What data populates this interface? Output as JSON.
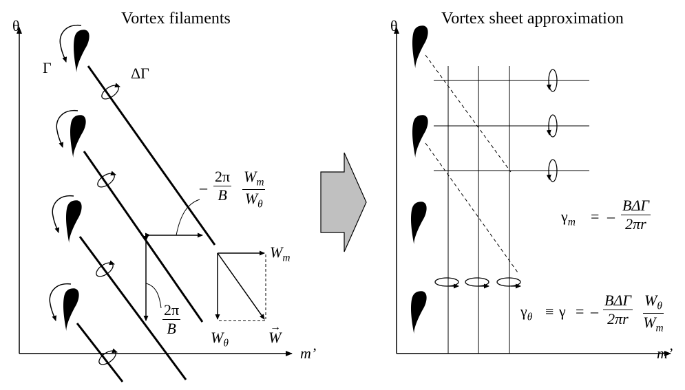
{
  "left_panel": {
    "title": "Vortex filaments",
    "axis_y_label": "θ",
    "axis_x_label": "m’",
    "gamma_label": "Γ",
    "delta_gamma_label": "ΔΓ",
    "spacing_expr": {
      "sign": "–",
      "num": "2π",
      "den": "B",
      "w_num": "W",
      "w_num_sub": "m",
      "w_den": "W",
      "w_den_sub": "θ"
    },
    "pitch_expr": {
      "num": "2π",
      "den": "B"
    },
    "vector_labels": {
      "wm": "W",
      "wm_sub": "m",
      "wtheta": "W",
      "wtheta_sub": "θ",
      "w": "W",
      "w_arrow": "→"
    }
  },
  "right_panel": {
    "title": "Vortex sheet approximation",
    "axis_y_label": "θ",
    "axis_x_label": "m’",
    "gamma_m_expr": {
      "lhs": "γ",
      "lhs_sub": "m",
      "eq": "=",
      "sign": "–",
      "num": "BΔΓ",
      "den": "2πr"
    },
    "gamma_theta_expr": {
      "lhs": "γ",
      "lhs_sub": "θ",
      "equiv": "≡",
      "mid": "γ",
      "eq": "=",
      "sign": "–",
      "num": "BΔΓ",
      "den": "2πr",
      "w_num": "W",
      "w_num_sub": "θ",
      "w_den": "W",
      "w_den_sub": "m"
    }
  },
  "arrow": {
    "fill_color": "#c0c0c0",
    "stroke_color": "#000000"
  },
  "colors": {
    "ink": "#000000",
    "background": "#ffffff"
  }
}
